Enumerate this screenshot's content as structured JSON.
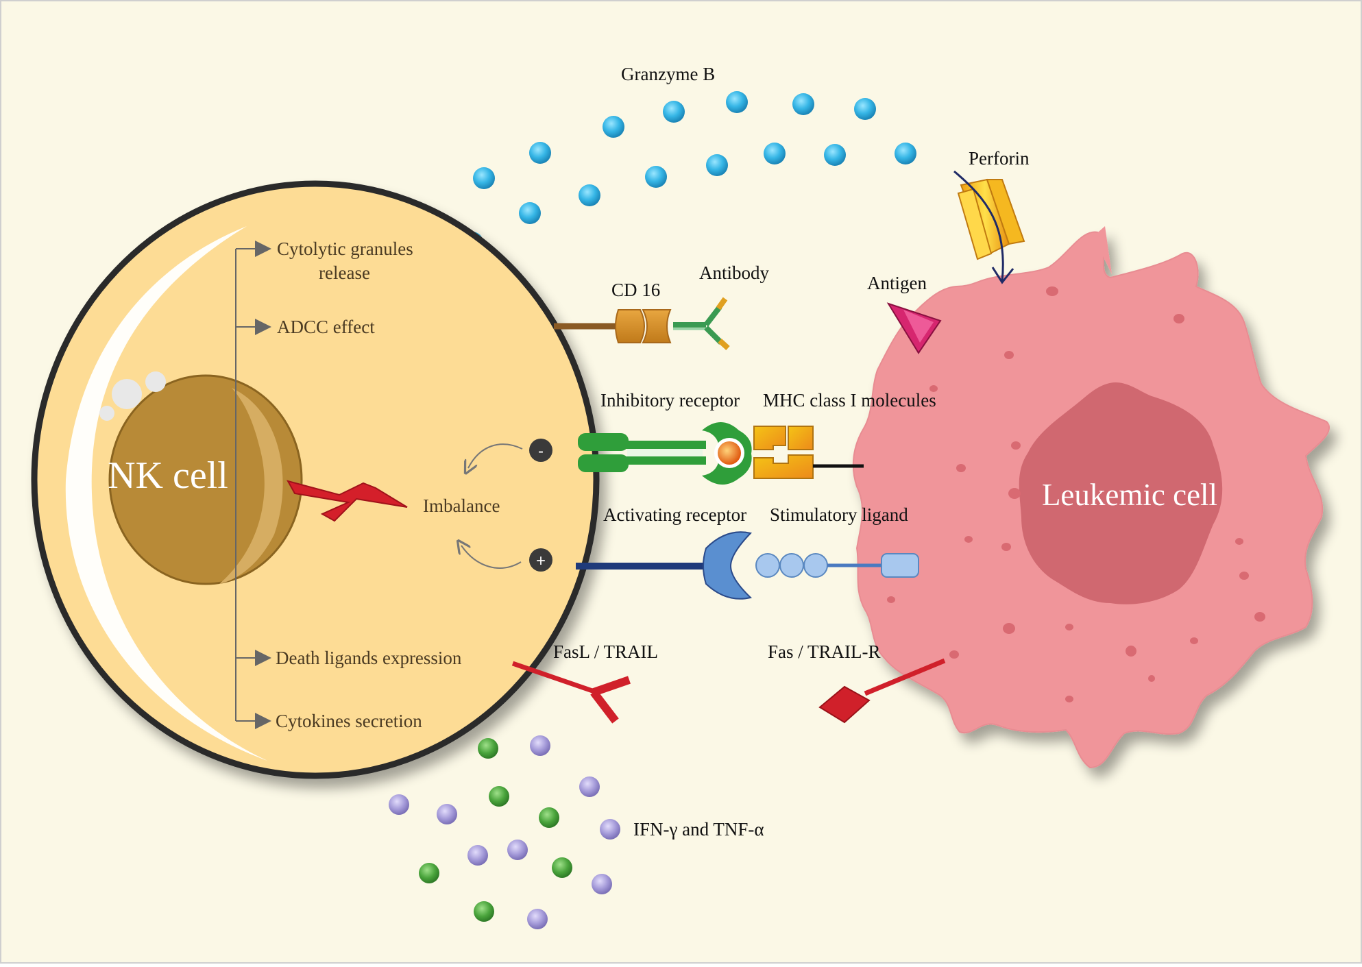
{
  "nk_cell": {
    "title": "NK cell",
    "functions": [
      "Cytolytic granules",
      "release",
      "ADCC effect",
      "Death ligands expression",
      "Cytokines secretion"
    ],
    "imbalance_label": "Imbalance",
    "minus_symbol": "-",
    "plus_symbol": "+"
  },
  "leukemic_cell": {
    "title": "Leukemic cell"
  },
  "labels": {
    "granzyme": "Granzyme B",
    "perforin": "Perforin",
    "cd16": "CD 16",
    "antibody": "Antibody",
    "antigen": "Antigen",
    "inhibitory_receptor": "Inhibitory receptor",
    "mhc": "MHC class I molecules",
    "activating_receptor": "Activating receptor",
    "stimulatory_ligand": "Stimulatory ligand",
    "fasl": "FasL / TRAIL",
    "fas": "Fas / TRAIL-R",
    "cytokines": "IFN-γ and TNF-α"
  },
  "colors": {
    "background": "#fbf8e6",
    "nk_cytoplasm": "#fddc95",
    "nk_nucleus": "#b88a37",
    "leukemic_body": "#f0959a",
    "leukemic_nucleus": "#d0676f",
    "granzyme": "#36b6e6",
    "ifn_green": "#4aa43c",
    "tnf_purple": "#9b8fd2",
    "inhibitory": "#2f9e3a",
    "activating": "#1f3a7a",
    "death_ligand": "#d0202a"
  }
}
